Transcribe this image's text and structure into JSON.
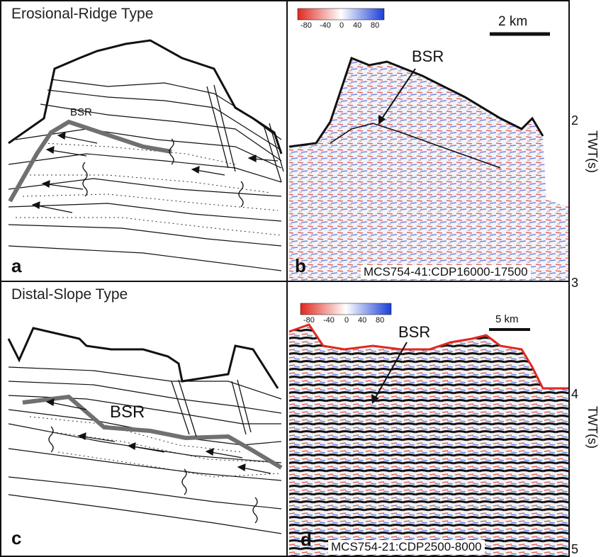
{
  "panels": {
    "a": {
      "title": "Erosional-Ridge Type",
      "letter": "a",
      "bsr": "BSR"
    },
    "b": {
      "letter": "b",
      "bsr": "BSR",
      "scale": "2 km",
      "line": "MCS754-41:CDP16000-17500",
      "colorbar_ticks": [
        "-80",
        "-40",
        "0",
        "40",
        "80"
      ]
    },
    "c": {
      "title": "Distal-Slope Type",
      "letter": "c",
      "bsr": "BSR"
    },
    "d": {
      "letter": "d",
      "bsr": "BSR",
      "scale": "5 km",
      "line": "MCS754-21:CDP2500-8000",
      "colorbar_ticks": [
        "-80",
        "-40",
        "0",
        "40",
        "80"
      ]
    }
  },
  "axis": {
    "label_top": "TWT(s)",
    "label_bottom": "TWT(s)",
    "ticks": [
      "2",
      "3",
      "4",
      "5"
    ]
  },
  "colors": {
    "bsr_line": "#707070",
    "positive": "#1a3fd6",
    "negative": "#e0281e"
  }
}
